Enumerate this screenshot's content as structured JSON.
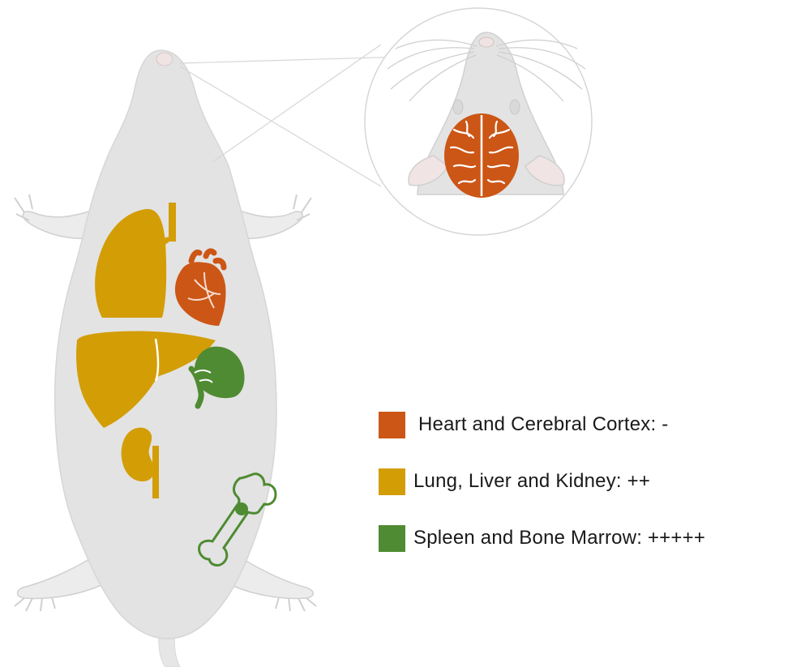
{
  "colors": {
    "body": "#e3e3e3",
    "body_outline": "#d6d6d6",
    "paw_outline": "#c9c9c9",
    "orange": "#cc5616",
    "gold": "#d39d06",
    "green": "#4f8b32"
  },
  "icons": [
    "mouse-body-icon",
    "head-inset-icon",
    "brain-icon",
    "lung-icon",
    "heart-icon",
    "liver-icon",
    "spleen-icon",
    "kidney-icon",
    "bone-icon"
  ],
  "legend": [
    {
      "label": "Heart and Cerebral Cortex: -",
      "color": "#cc5616"
    },
    {
      "label": "Lung, Liver and Kidney: ++",
      "color": "#d39d06"
    },
    {
      "label": "Spleen and Bone Marrow: +++++",
      "color": "#4f8b32"
    }
  ]
}
